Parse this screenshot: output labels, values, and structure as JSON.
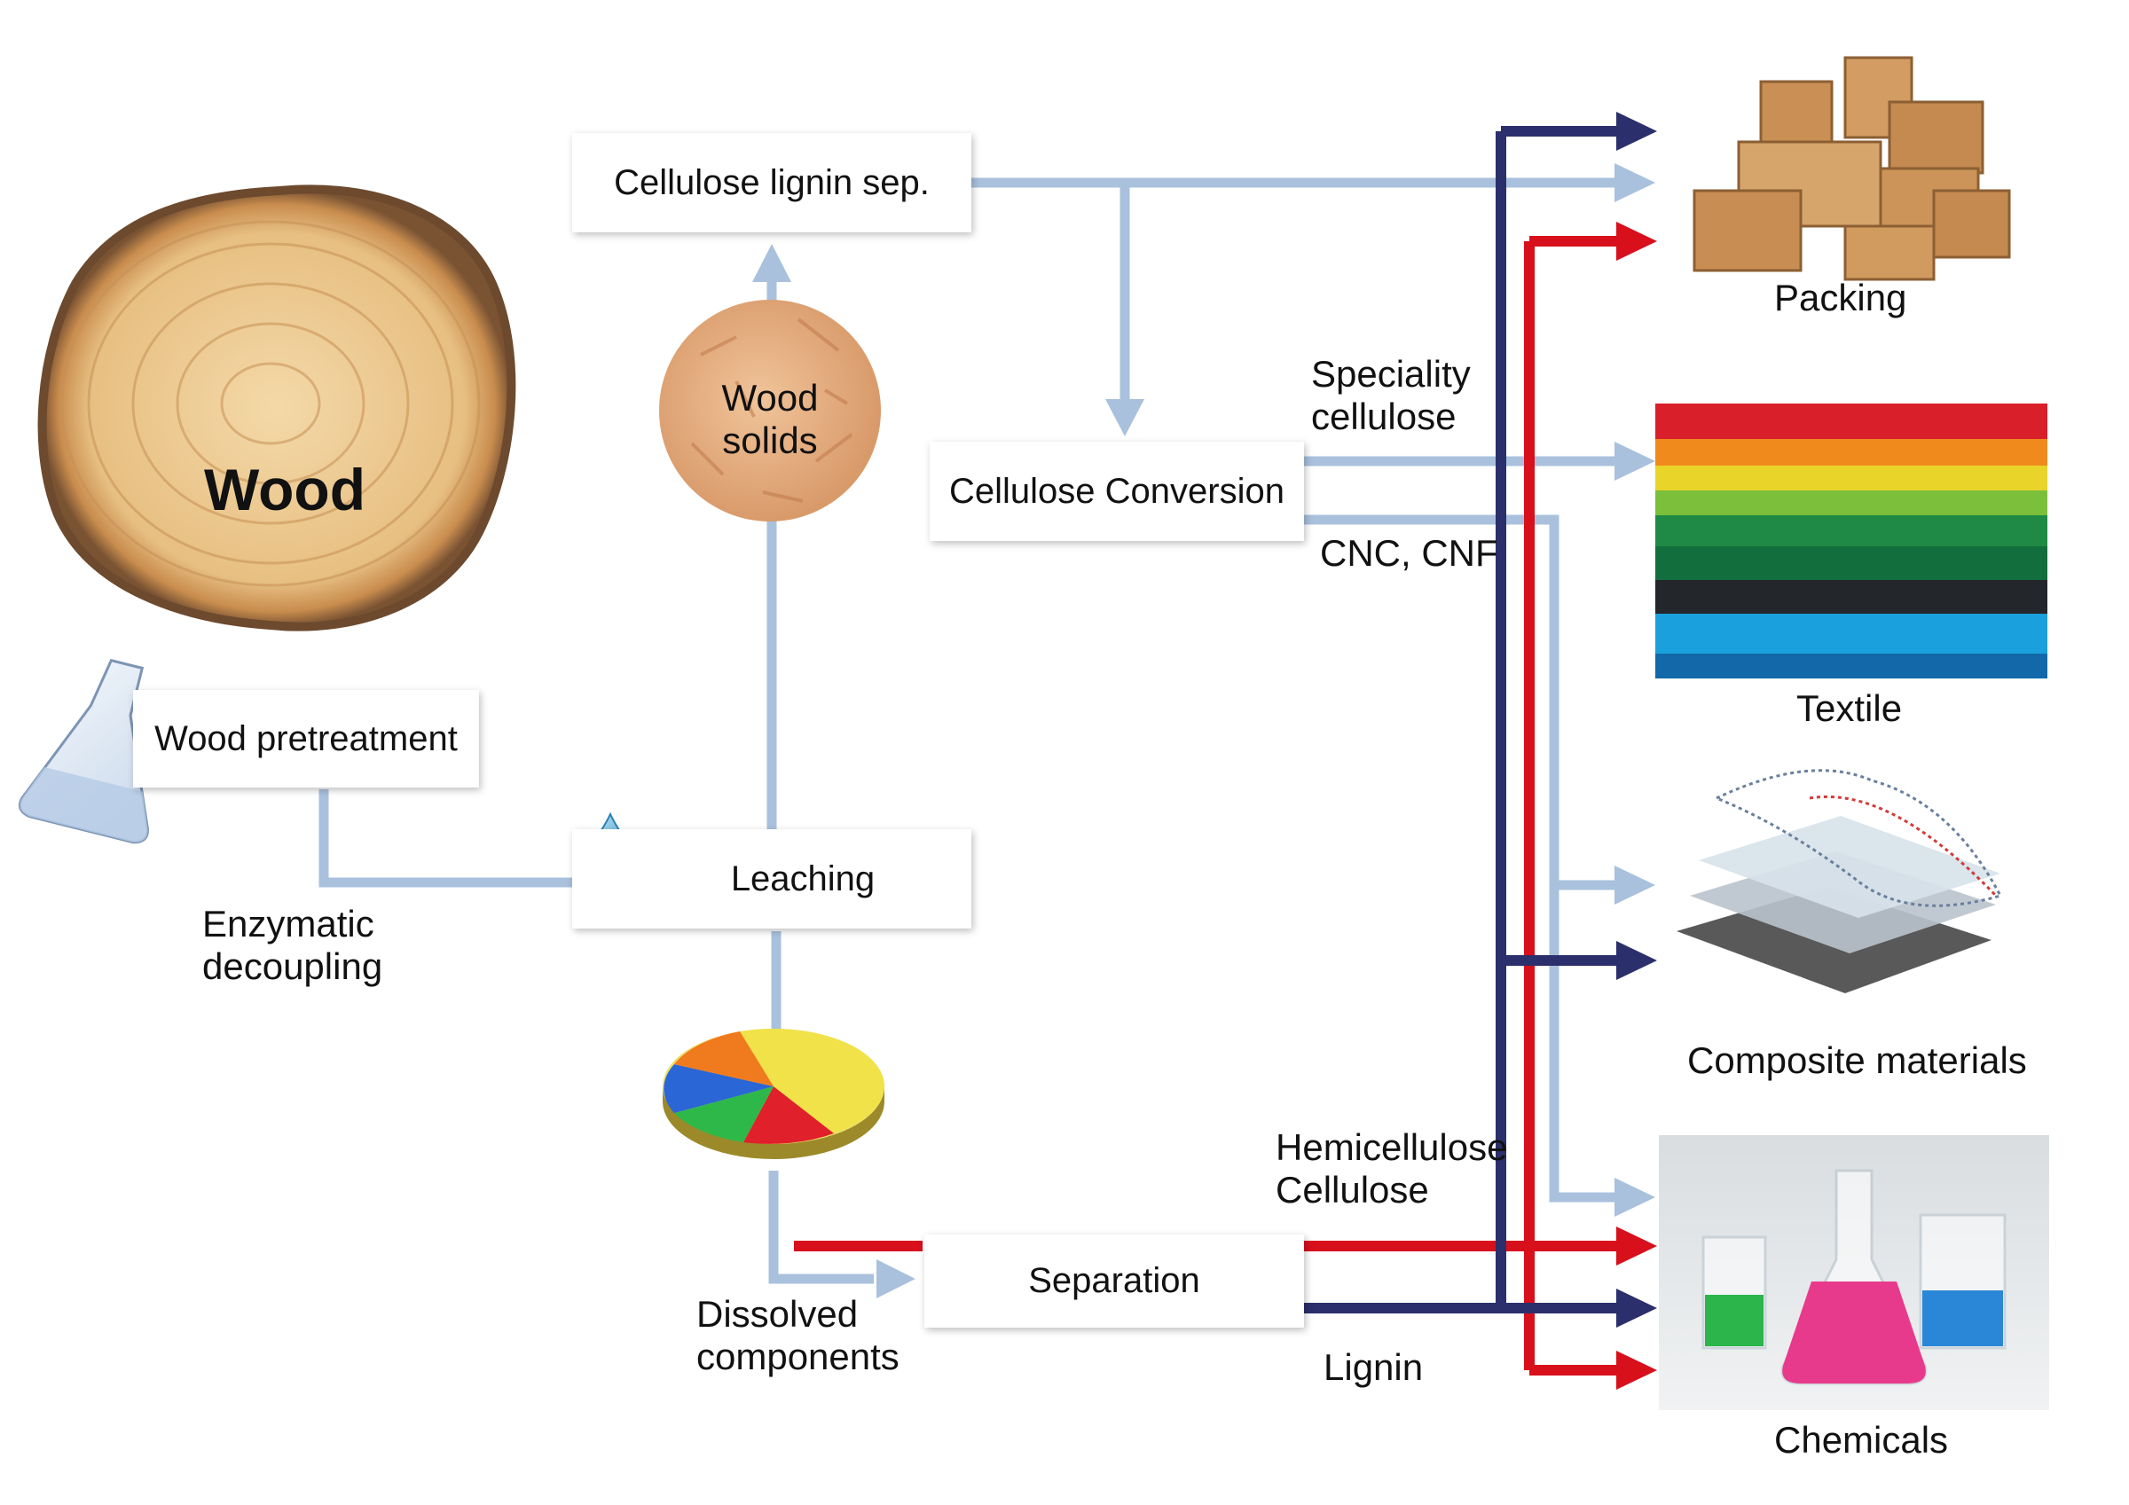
{
  "nodes": {
    "wood": "Wood",
    "wood_pretreatment": "Wood pretreatment",
    "cellulose_lignin_sep": "Cellulose lignin sep.",
    "wood_solids": "Wood solids",
    "leaching": "Leaching",
    "cellulose_conversion": "Cellulose Conversion",
    "separation": "Separation"
  },
  "edge_labels": {
    "enzymatic_decoupling": "Enzymatic decoupling",
    "dissolved_components": "Dissolved components",
    "speciality_cellulose": "Speciality cellulose",
    "cnc_cnf": "CNC, CNF",
    "hemicellulose_cellulose": "Hemicellulose Cellulose",
    "lignin": "Lignin"
  },
  "products": {
    "packing": "Packing",
    "textile": "Textile",
    "composite_materials": "Composite materials",
    "chemicals": "Chemicals"
  },
  "colors": {
    "light_blue_flow": "#a9c1dd",
    "navy_flow": "#2b2f6b",
    "red_flow": "#d8101c"
  }
}
